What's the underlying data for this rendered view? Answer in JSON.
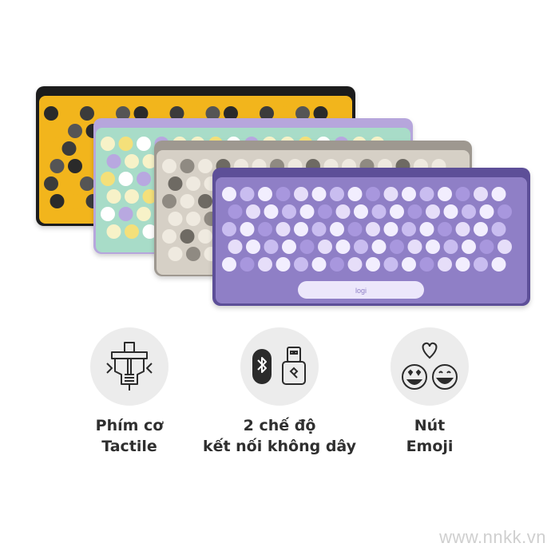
{
  "product": {
    "brand_on_key": "logi",
    "colors": {
      "yellow_board": "#f2b51e",
      "mint_board": "#a8dcc8",
      "cream_board": "#cfc8bd",
      "lavender_board": "#8f7fc6"
    }
  },
  "features": [
    {
      "icon": "tactile-switch-icon",
      "line1": "Phím cơ",
      "line2": "Tactile"
    },
    {
      "icon": "bluetooth-usb-receiver-icon",
      "line1": "2 chế độ",
      "line2": "kết nối không dây"
    },
    {
      "icon": "emoji-faces-icon",
      "line1": "Nút",
      "line2": "Emoji"
    }
  ],
  "watermark": "www.nnkk.vn"
}
